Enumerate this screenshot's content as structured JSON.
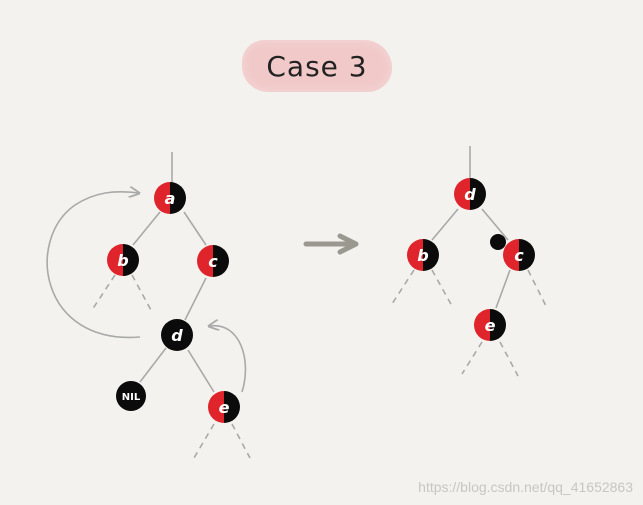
{
  "title": "Case 3",
  "colors": {
    "red": "#e0242b",
    "black": "#0b0b0b",
    "edge": "#a9a9a9",
    "arrow": "#9b9890",
    "banner": "#f1c9c9"
  },
  "left_tree": {
    "labels": {
      "a": "a",
      "b": "b",
      "c": "c",
      "d": "d",
      "e": "e",
      "nil": "NIL"
    }
  },
  "right_tree": {
    "labels": {
      "d": "d",
      "b": "b",
      "c": "c",
      "e": "e"
    }
  },
  "watermark": "https://blog.csdn.net/qq_41652863"
}
